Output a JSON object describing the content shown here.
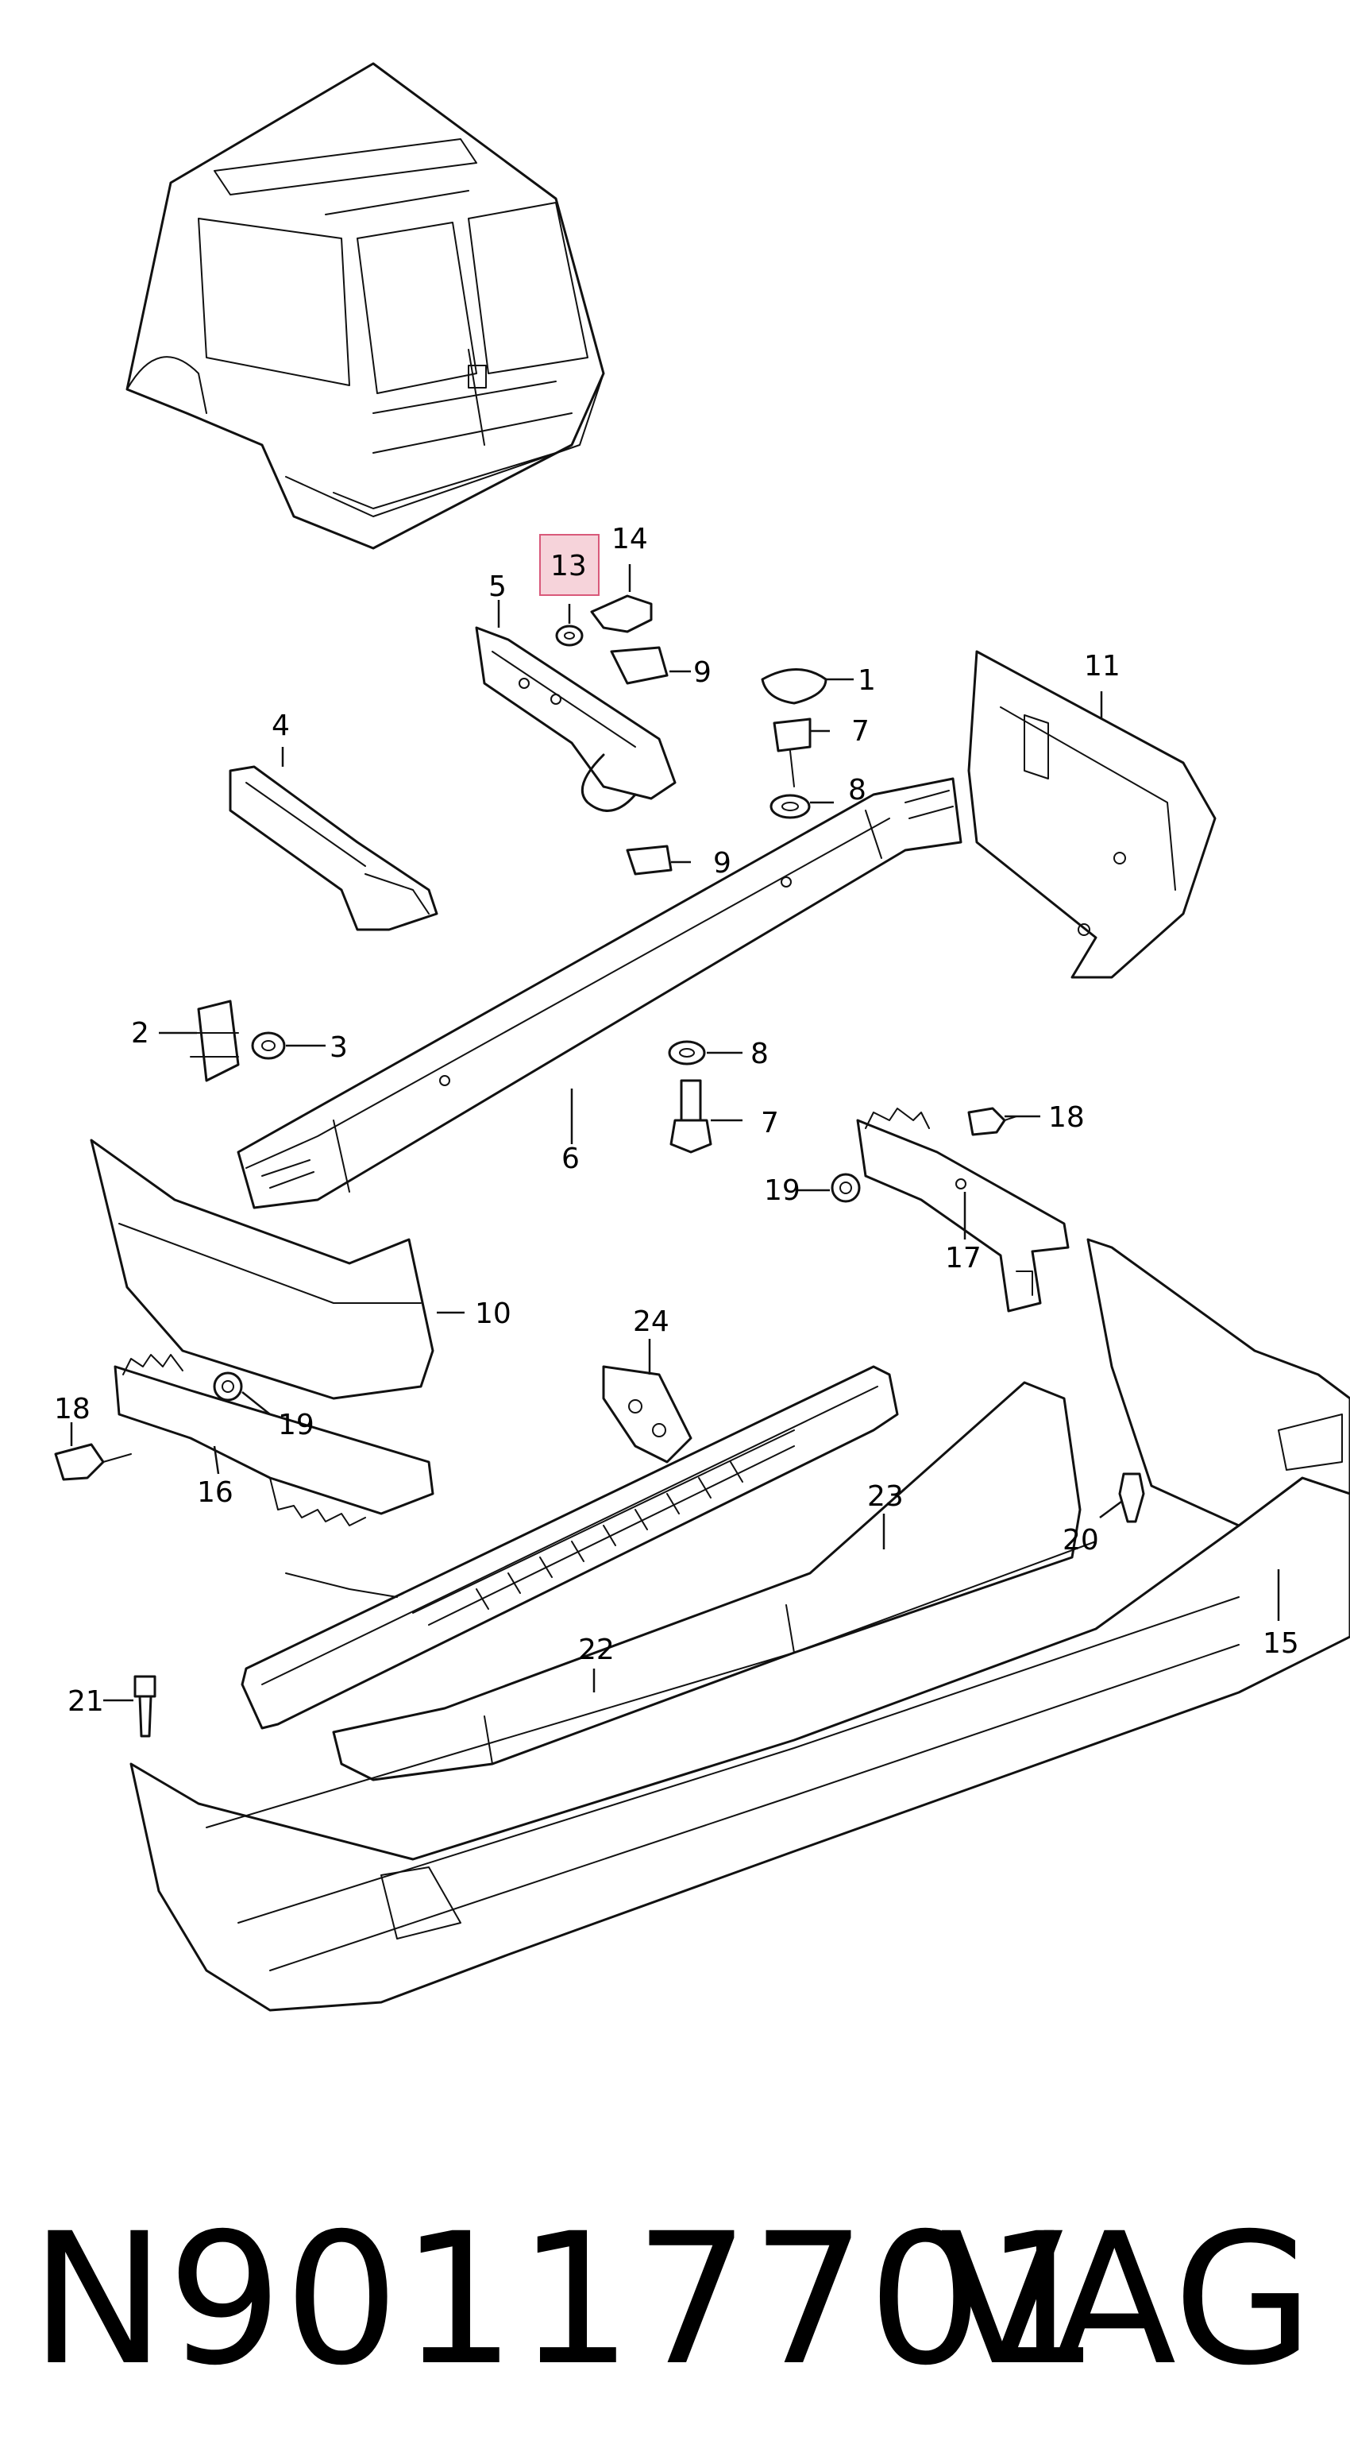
{
  "diagram": {
    "callouts": [
      {
        "id": "c1",
        "label": "1"
      },
      {
        "id": "c2",
        "label": "2"
      },
      {
        "id": "c3",
        "label": "3"
      },
      {
        "id": "c4",
        "label": "4"
      },
      {
        "id": "c5",
        "label": "5"
      },
      {
        "id": "c6",
        "label": "6"
      },
      {
        "id": "c7a",
        "label": "7"
      },
      {
        "id": "c7b",
        "label": "7"
      },
      {
        "id": "c8a",
        "label": "8"
      },
      {
        "id": "c8b",
        "label": "8"
      },
      {
        "id": "c9a",
        "label": "9"
      },
      {
        "id": "c9b",
        "label": "9"
      },
      {
        "id": "c10",
        "label": "10"
      },
      {
        "id": "c11",
        "label": "11"
      },
      {
        "id": "c13",
        "label": "13",
        "highlighted": true
      },
      {
        "id": "c14",
        "label": "14"
      },
      {
        "id": "c15",
        "label": "15"
      },
      {
        "id": "c16",
        "label": "16"
      },
      {
        "id": "c17",
        "label": "17"
      },
      {
        "id": "c18a",
        "label": "18"
      },
      {
        "id": "c18b",
        "label": "18"
      },
      {
        "id": "c19a",
        "label": "19"
      },
      {
        "id": "c19b",
        "label": "19"
      },
      {
        "id": "c20",
        "label": "20"
      },
      {
        "id": "c21",
        "label": "21"
      },
      {
        "id": "c22",
        "label": "22"
      },
      {
        "id": "c23",
        "label": "23"
      },
      {
        "id": "c24",
        "label": "24"
      }
    ],
    "highlight_color": "#f6d3da",
    "highlight_border": "#d9597a"
  },
  "footer": {
    "part_number": "N90117701",
    "brand": "VAG"
  }
}
